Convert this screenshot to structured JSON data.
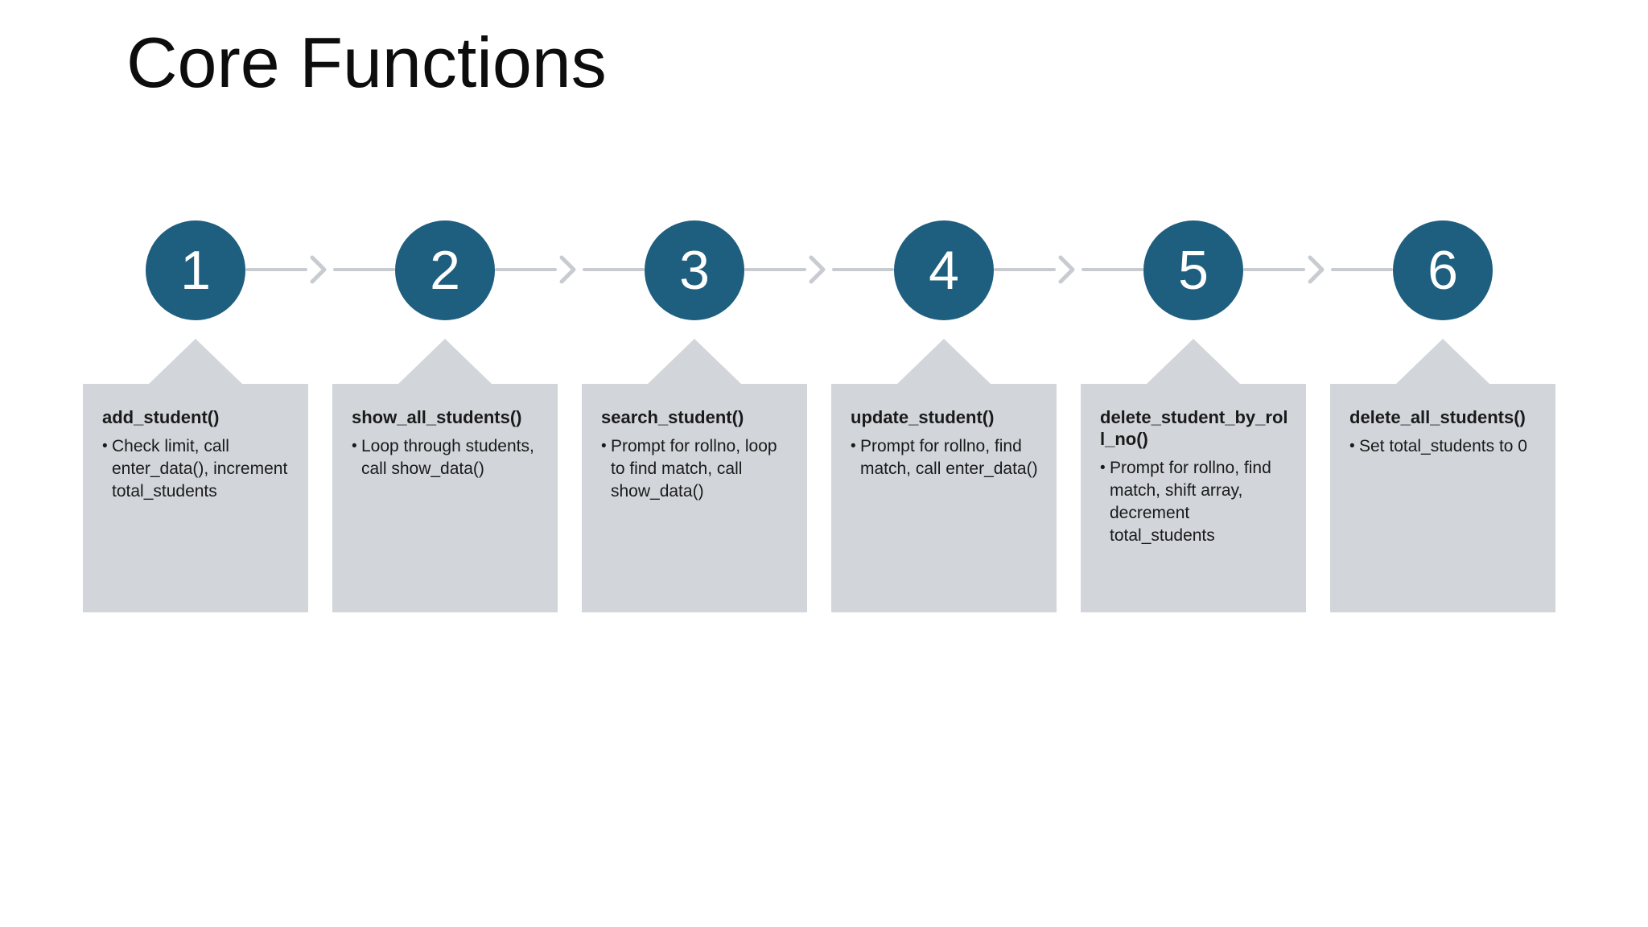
{
  "slide": {
    "title": "Core Functions"
  },
  "colors": {
    "accent_teal": "#1e5e7e",
    "card_gray": "#d2d5da",
    "connector_gray": "#c8ccd1",
    "title_black": "#0d0d0d",
    "text_dark": "#1a1a1a",
    "number_white": "#ffffff"
  },
  "bullet_glyph": "•",
  "steps": [
    {
      "number": "1",
      "title": "add_student()",
      "body": "Check limit, call enter_data(), increment total_students"
    },
    {
      "number": "2",
      "title": "show_all_students()",
      "body": "Loop through students, call show_data()"
    },
    {
      "number": "3",
      "title": "search_student()",
      "body": "Prompt for rollno, loop to find match, call show_data()"
    },
    {
      "number": "4",
      "title": "update_student()",
      "body": "Prompt for rollno, find match, call enter_data()"
    },
    {
      "number": "5",
      "title": "delete_student_by_roll_no()",
      "body": "Prompt for rollno, find match, shift array, decrement total_students"
    },
    {
      "number": "6",
      "title": "delete_all_students()",
      "body": "Set total_students to 0"
    }
  ]
}
